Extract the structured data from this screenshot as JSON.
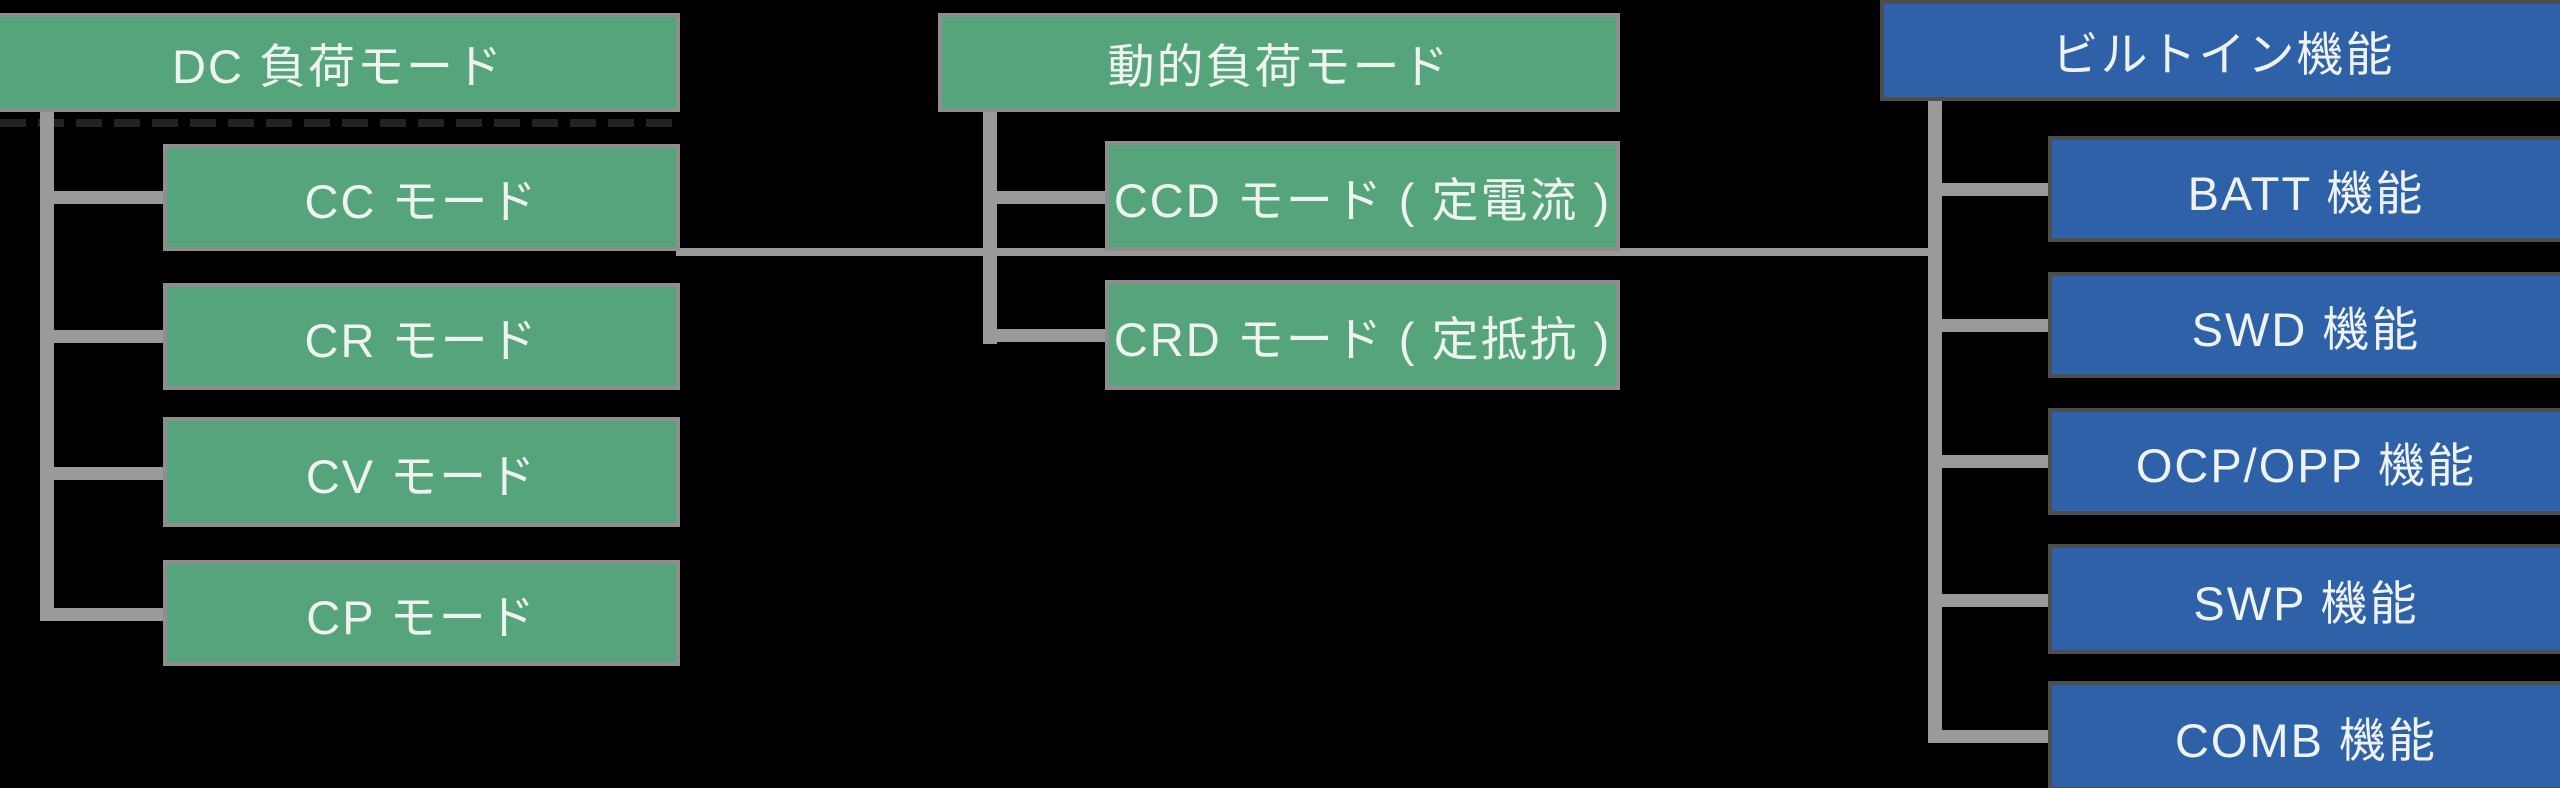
{
  "diagram": {
    "colors": {
      "background": "#000000",
      "green_fill": "#55a47c",
      "green_border": "#8e8e8e",
      "blue_fill": "#2e61a8",
      "blue_border": "#4e4e4e",
      "connector": "#9a9a9a",
      "text": "#eef3f0"
    },
    "trees": [
      {
        "id": "dc-load-mode",
        "header": "DC 負荷モード",
        "children": [
          "CC モード",
          "CR モード",
          "CV モード",
          "CP モード"
        ]
      },
      {
        "id": "dynamic-load-mode",
        "header": "動的負荷モード",
        "children": [
          "CCD モード ( 定電流 )",
          "CRD モード ( 定抵抗 )"
        ]
      },
      {
        "id": "built-in-functions",
        "header": "ビルトイン機能",
        "children": [
          "BATT 機能",
          "SWD 機能",
          "OCP/OPP 機能",
          "SWP 機能",
          "COMB 機能"
        ]
      }
    ]
  }
}
